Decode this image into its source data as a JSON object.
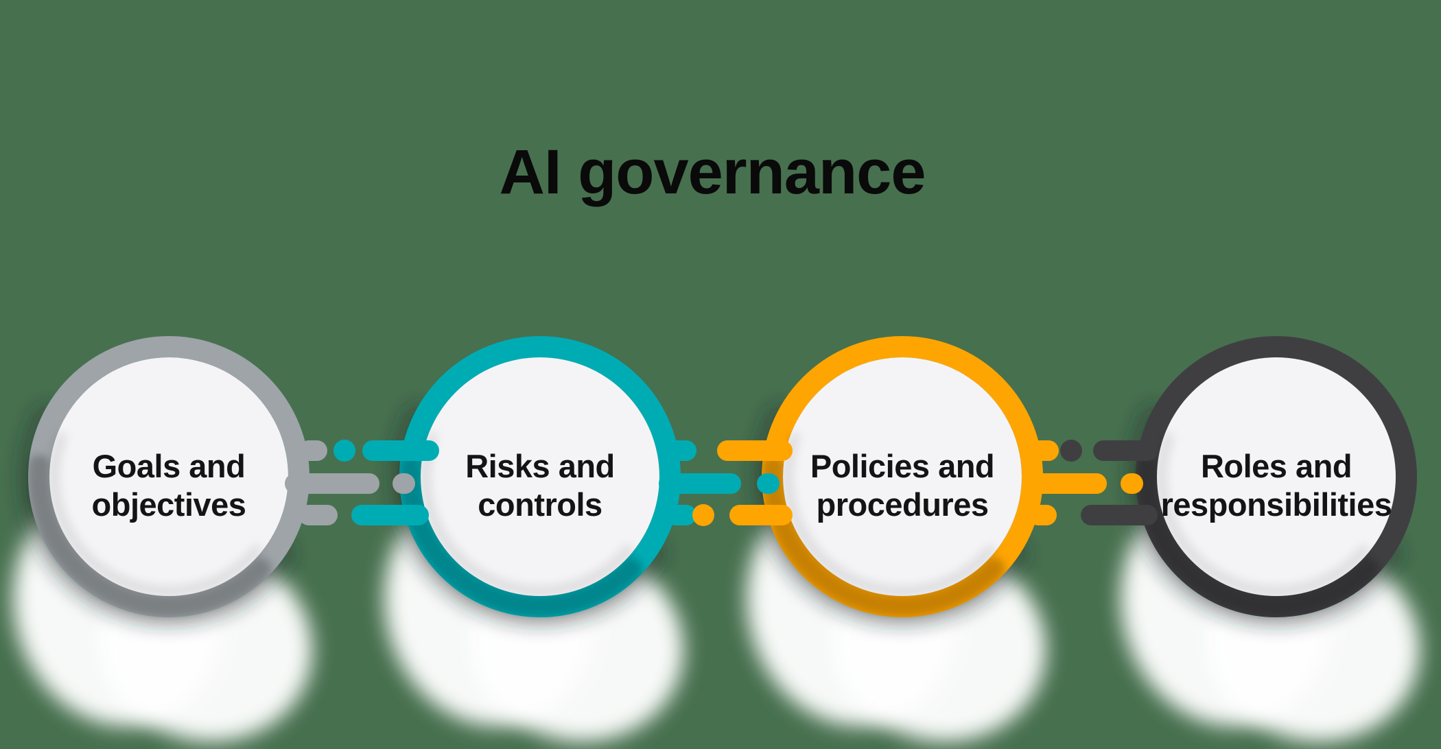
{
  "background": {
    "color": "#47704F"
  },
  "title": {
    "text": "AI governance",
    "color": "#0A0A0A"
  },
  "label_color": "#141414",
  "node_fill": "#F4F4F6",
  "nodes": [
    {
      "id": "goals-and-objectives",
      "label": "Goals and objectives",
      "ring_color": "#9EA4A8"
    },
    {
      "id": "risks-and-controls",
      "label": "Risks and controls",
      "ring_color": "#00ACB4"
    },
    {
      "id": "policies-and-procedures",
      "label": "Policies and procedures",
      "ring_color": "#FFA502"
    },
    {
      "id": "roles-and-responsibilities",
      "label": "Roles and responsibilities",
      "ring_color": "#3F3F42"
    }
  ]
}
